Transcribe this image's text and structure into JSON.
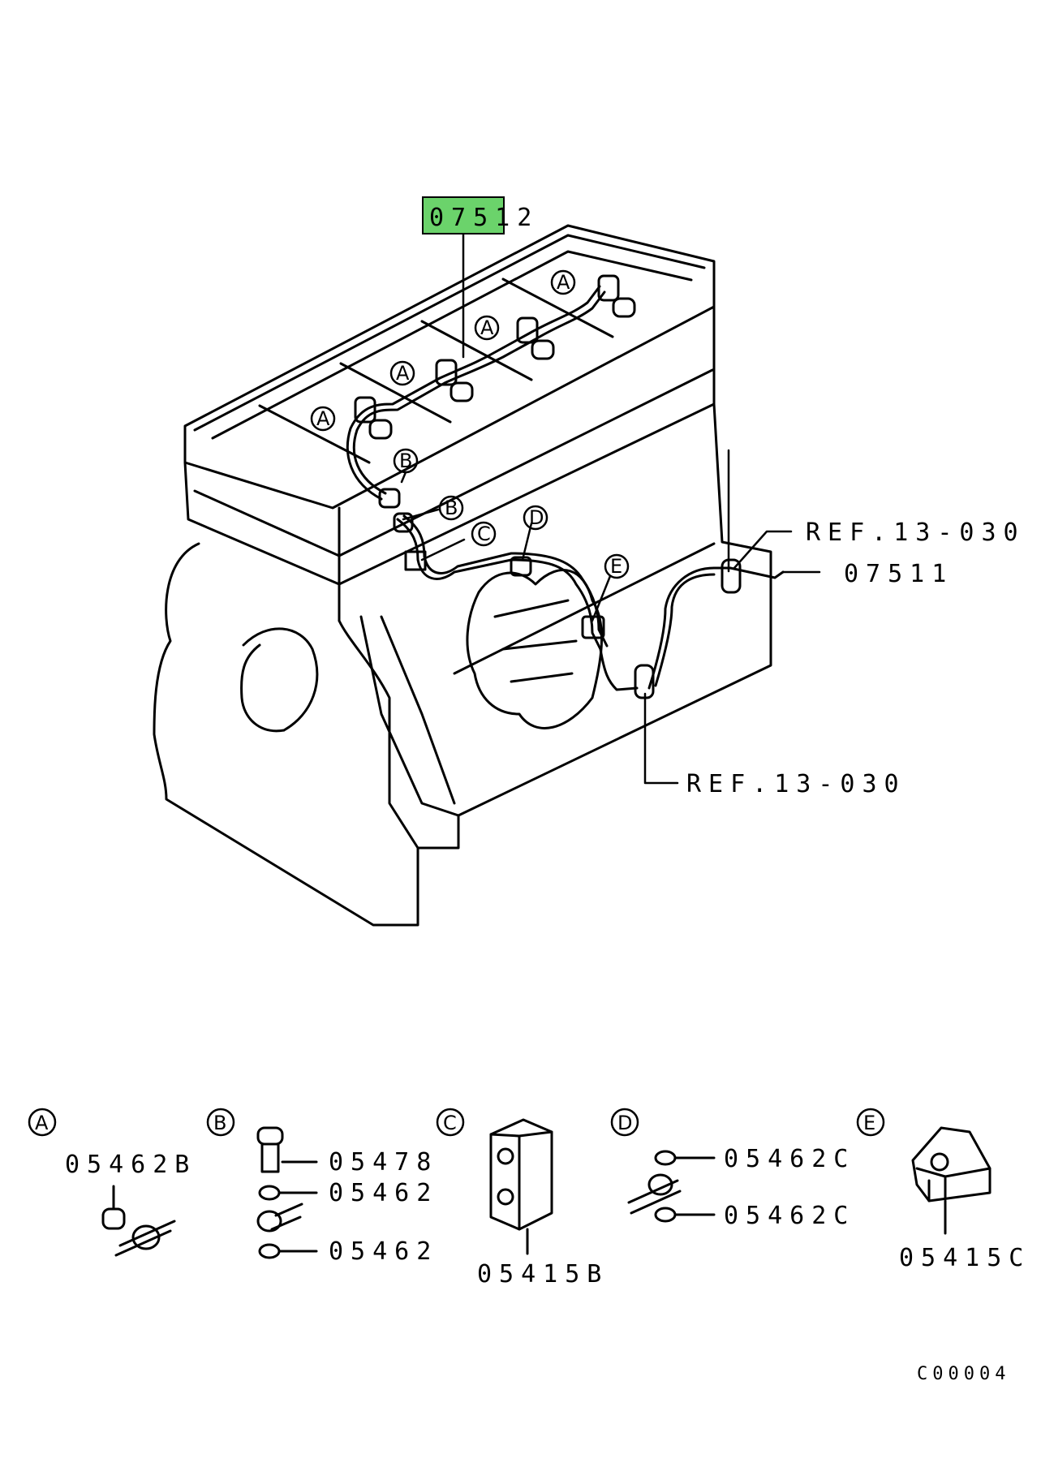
{
  "diagram": {
    "highlight_color": "#6bd36b",
    "highlighted_part": "07512",
    "callouts": {
      "ref_upper": "REF.13-030",
      "ref_lower": "REF.13-030",
      "part_07511": "07511"
    },
    "engine_markers": [
      "A",
      "A",
      "A",
      "A",
      "B",
      "B",
      "C",
      "D",
      "E"
    ],
    "details": [
      {
        "letter": "A",
        "parts": [
          "05462B"
        ]
      },
      {
        "letter": "B",
        "parts": [
          "05478",
          "05462",
          "05462"
        ]
      },
      {
        "letter": "C",
        "parts": [
          "05415B"
        ]
      },
      {
        "letter": "D",
        "parts": [
          "05462C",
          "05462C"
        ]
      },
      {
        "letter": "E",
        "parts": [
          "05415C"
        ]
      }
    ],
    "figure_code": "C00004"
  }
}
